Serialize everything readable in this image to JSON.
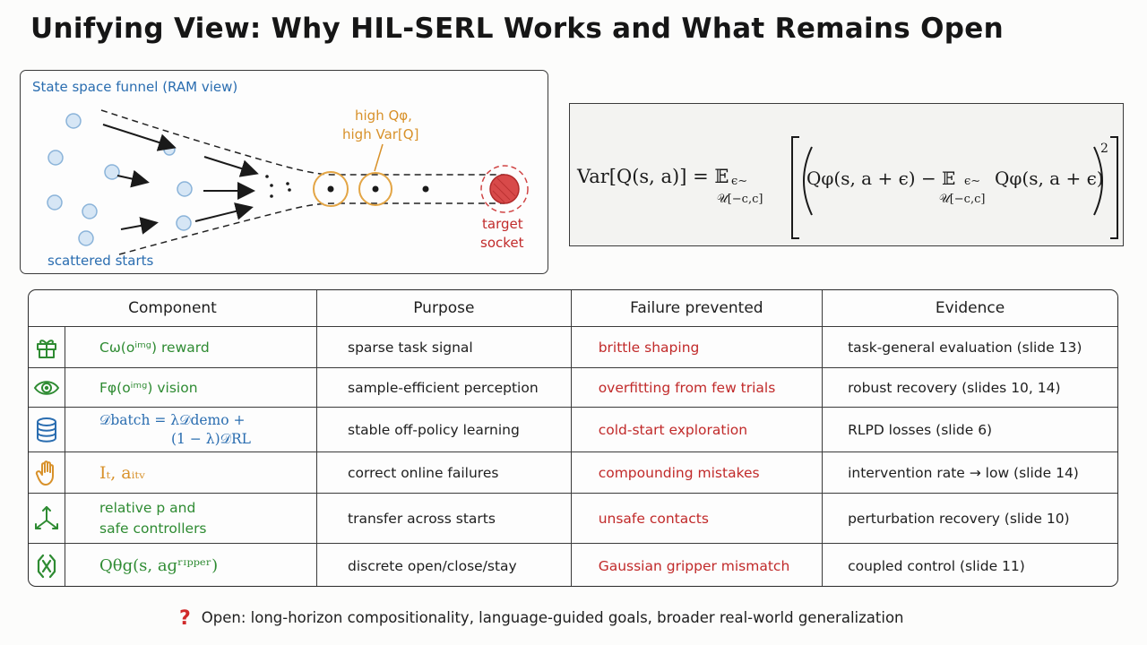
{
  "title": "Unifying View: Why HIL-SERL Works and What Remains Open",
  "panel": {
    "heading": "State space funnel (RAM view)",
    "starts_label": "scattered starts",
    "q_label_line1": "high Qφ,",
    "q_label_line2": "high Var[Q]",
    "target_line1": "target",
    "target_line2": "socket"
  },
  "equation": {
    "lhs": "Var[Q(s, a)] = 𝔼",
    "sub1": "ϵ∼",
    "sub1b": "𝒰[−c,c]",
    "inner_a": "Qφ(s, a + ϵ) − 𝔼",
    "sub2": "ϵ∼",
    "sub2b": "𝒰[−c,c]",
    "inner_b": "Qφ(s, a + ϵ)",
    "power": "2"
  },
  "table": {
    "headers": [
      "Component",
      "Purpose",
      "Failure prevented",
      "Evidence"
    ],
    "rows": [
      {
        "icon": "gift-icon",
        "component": "Cω(oⁱᵐᵍ) reward",
        "component_color": "#2e8b32",
        "purpose": "sparse task signal",
        "failure": "brittle shaping",
        "evidence": "task-general evaluation (slide 13)"
      },
      {
        "icon": "eye-icon",
        "component": "Fφ(oⁱᵐᵍ) vision",
        "component_color": "#2e8b32",
        "purpose": "sample-efficient perception",
        "failure": "overfitting from few trials",
        "evidence": "robust recovery (slides 10, 14)"
      },
      {
        "icon": "database-icon",
        "component": "𝒟batch = λ𝒟demo +",
        "component_line2": "(1 − λ)𝒟RL",
        "component_color": "#2a6db0",
        "purpose": "stable off-policy learning",
        "failure": "cold-start exploration",
        "evidence": "RLPD losses (slide 6)"
      },
      {
        "icon": "hand-icon",
        "component": "Iₜ, aᵢₜᵥ",
        "component_color": "#d8912a",
        "purpose": "correct online failures",
        "failure": "compounding mistakes",
        "evidence": "intervention rate → low (slide 14)"
      },
      {
        "icon": "axes-icon",
        "component": "relative p and",
        "component_line2": "safe controllers",
        "component_color": "#2e8b32",
        "purpose": "transfer across starts",
        "failure": "unsafe contacts",
        "evidence": "perturbation recovery (slide 10)"
      },
      {
        "icon": "gripper-icon",
        "component": "Qθg(s, aɡʳᶦᵖᵖᵉʳ)",
        "component_color": "#2e8b32",
        "purpose": "discrete open/close/stay",
        "failure": "Gaussian gripper mismatch",
        "evidence": "coupled control (slide 11)"
      }
    ]
  },
  "open_question": {
    "icon": "?",
    "text": "Open: long-horizon compositionality, language-guided goals, broader real-world generalization"
  },
  "colors": {
    "green": "#2e8b32",
    "blue": "#2a6db0",
    "orange": "#d8912a",
    "red": "#c12a2a"
  }
}
